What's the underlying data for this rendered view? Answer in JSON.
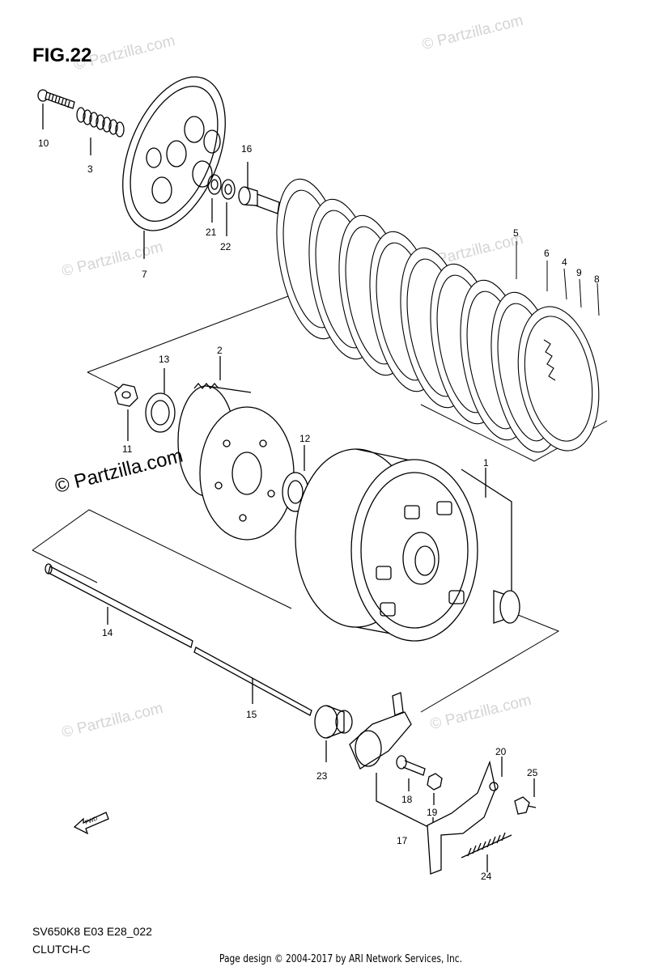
{
  "figure": {
    "title": "FIG.22"
  },
  "watermark": {
    "text": "© Partzilla.com"
  },
  "callouts": [
    "10",
    "3",
    "7",
    "21",
    "22",
    "16",
    "5",
    "6",
    "4",
    "9",
    "8",
    "13",
    "2",
    "11",
    "12",
    "1",
    "14",
    "15",
    "23",
    "20",
    "25",
    "18",
    "19",
    "17",
    "24"
  ],
  "caption": {
    "model_code": "SV650K8 E03 E28_022",
    "group_name": "CLUTCH-C"
  },
  "footer": {
    "text": "Page design © 2004-2017 by ARI Network Services, Inc."
  },
  "icons": {
    "direction_arrow": "fwd-arrow-icon",
    "direction_arrow_text": "FWD"
  }
}
